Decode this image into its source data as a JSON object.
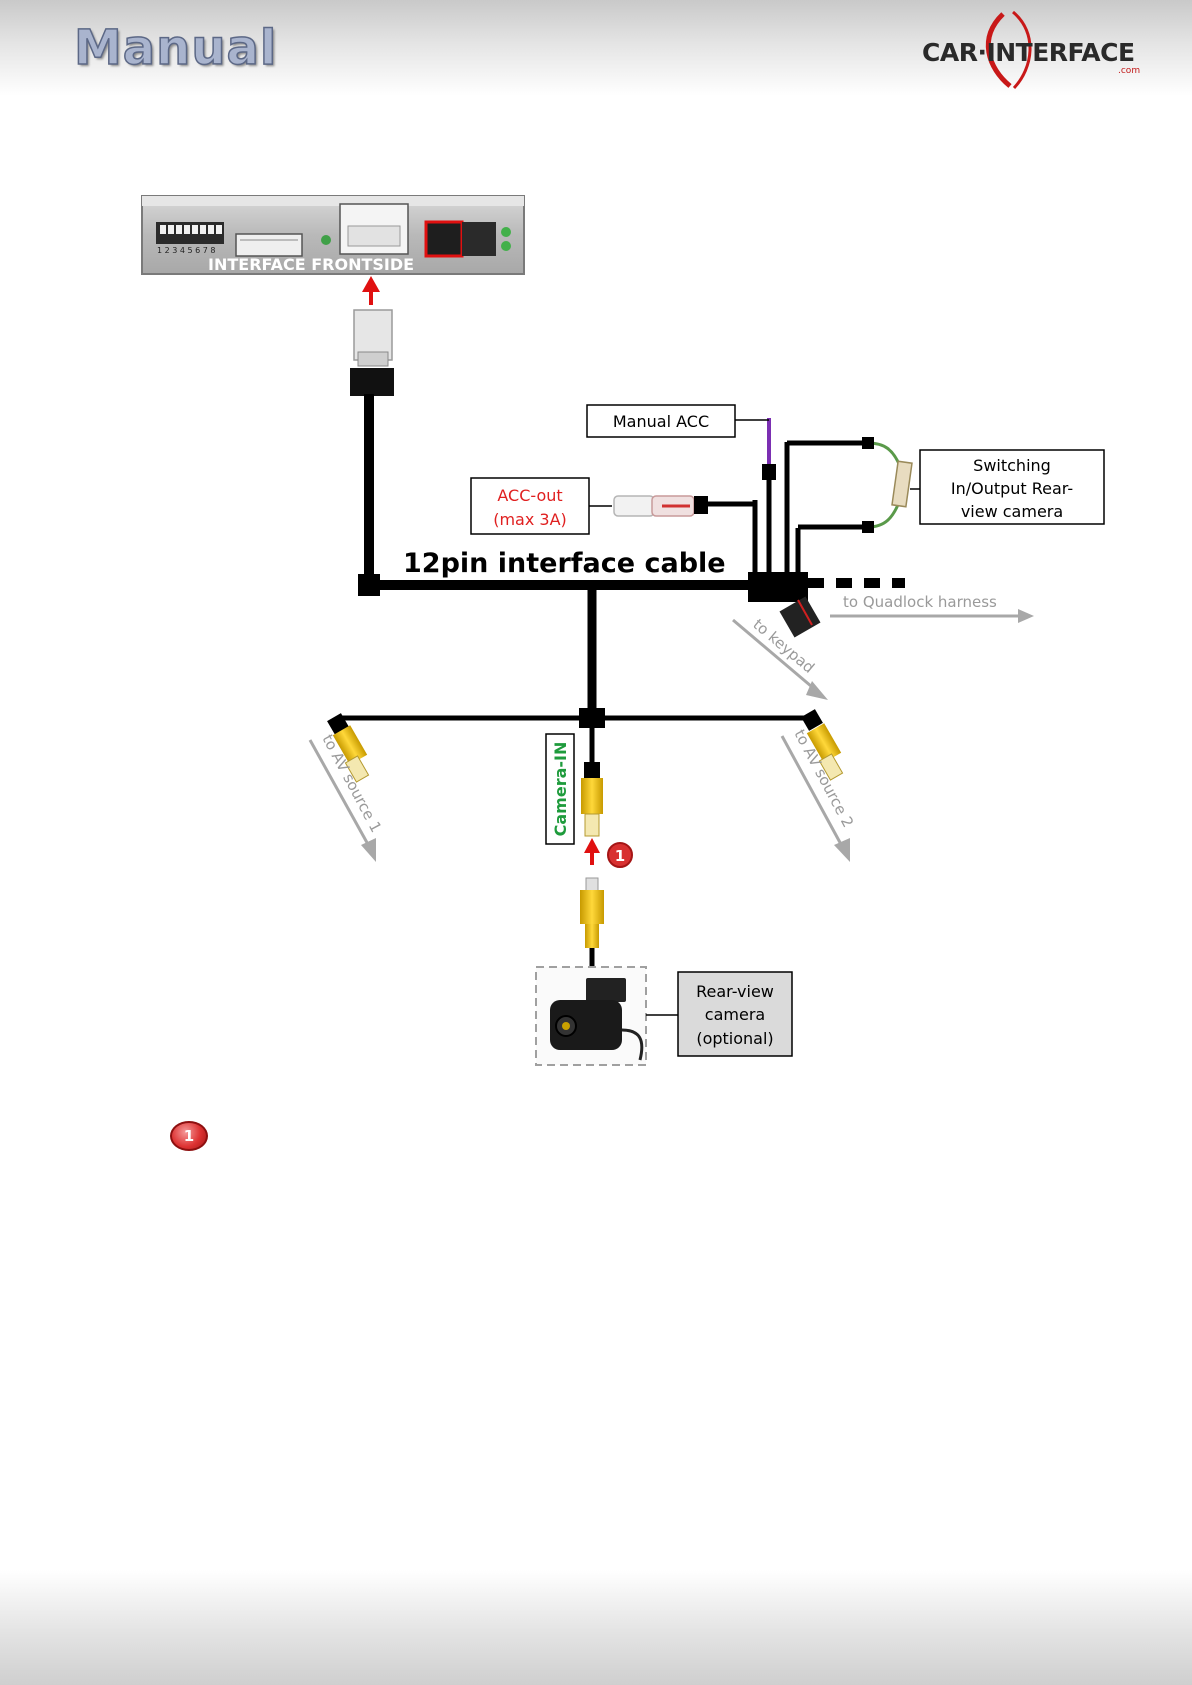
{
  "header": {
    "title": "Manual",
    "logo_text": "CAR·INTERFACE",
    "logo_suffix": ".com"
  },
  "diagram": {
    "interface_label": "INTERFACE FRONTSIDE",
    "cable_label": "12pin interface cable",
    "manual_acc": "Manual ACC",
    "acc_out_line1": "ACC-out",
    "acc_out_line2": "(max 3A)",
    "switching_line1": "Switching",
    "switching_line2": "In/Output Rear-",
    "switching_line3": "view camera",
    "quadlock": "to Quadlock  harness",
    "keypad": "to keypad",
    "av_source_1": "to AV source 1",
    "av_source_2": "to AV source 2",
    "camera_in": "Camera-IN",
    "step_marker": "1",
    "rear_cam_line1": "Rear-view",
    "rear_cam_line2": "camera",
    "rear_cam_line3": "(optional)",
    "dip_numbers": "1 2 3 4 5 6 7 8"
  },
  "footnote": {
    "marker": "1"
  },
  "colors": {
    "acc_out_text": "#e02020",
    "camera_in_text": "#1e9b3c",
    "arrow_red": "#e01010",
    "arrow_gray": "#a8a8a8",
    "rca_yellow": "#f0c010"
  }
}
